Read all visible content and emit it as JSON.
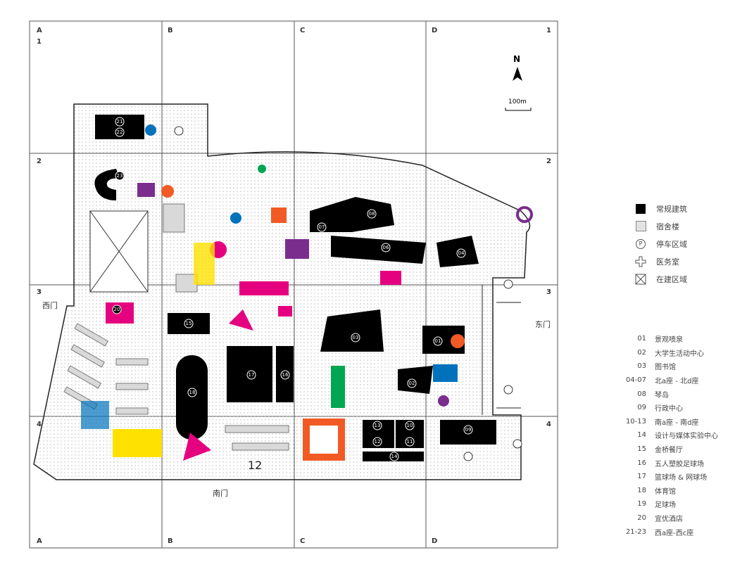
{
  "grid": {
    "columns": [
      "A",
      "B",
      "C",
      "D"
    ],
    "rows": [
      "1",
      "2",
      "3",
      "4"
    ]
  },
  "compass": {
    "north": "N",
    "scale": "100m"
  },
  "gates": {
    "west": "西门",
    "south": "南门",
    "east": "东门"
  },
  "map_text": {
    "big_number": "12"
  },
  "markers": [
    "21",
    "22",
    "23",
    "08",
    "07",
    "06",
    "04",
    "01",
    "03",
    "02",
    "09",
    "10",
    "11",
    "12",
    "13",
    "14",
    "15",
    "16",
    "17",
    "18",
    "20"
  ],
  "legend": [
    {
      "icon": "black-square-icon",
      "label": "常规建筑"
    },
    {
      "icon": "gray-square-icon",
      "label": "宿舍楼"
    },
    {
      "icon": "parking-icon",
      "label": "停车区域",
      "glyph": "P"
    },
    {
      "icon": "medical-cross-icon",
      "label": "医务室"
    },
    {
      "icon": "construction-box-icon",
      "label": "在建区域"
    }
  ],
  "buildings": [
    {
      "num": "01",
      "name": "景观喷泉"
    },
    {
      "num": "02",
      "name": "大学生活动中心"
    },
    {
      "num": "03",
      "name": "图书馆"
    },
    {
      "num": "04-07",
      "name": "北a座 - 北d座"
    },
    {
      "num": "08",
      "name": "琴岛"
    },
    {
      "num": "09",
      "name": "行政中心"
    },
    {
      "num": "10-13",
      "name": "南a座 - 南d座"
    },
    {
      "num": "14",
      "name": "设计与媒体实验中心"
    },
    {
      "num": "15",
      "name": "金桥餐厅"
    },
    {
      "num": "16",
      "name": "五人塑胶足球场"
    },
    {
      "num": "17",
      "name": "篮球场 & 网球场"
    },
    {
      "num": "18",
      "name": "体育馆"
    },
    {
      "num": "19",
      "name": "足球场"
    },
    {
      "num": "20",
      "name": "宜优酒店"
    },
    {
      "num": "21-23",
      "name": "西a座-西c座"
    }
  ],
  "colors": {
    "building": "#000000",
    "dorm": "#d9d9d9",
    "accent1": "#7b2d8e",
    "accent2": "#e5007f",
    "accent3": "#ffe100",
    "accent4": "#0072bc",
    "accent5": "#f15a24"
  }
}
